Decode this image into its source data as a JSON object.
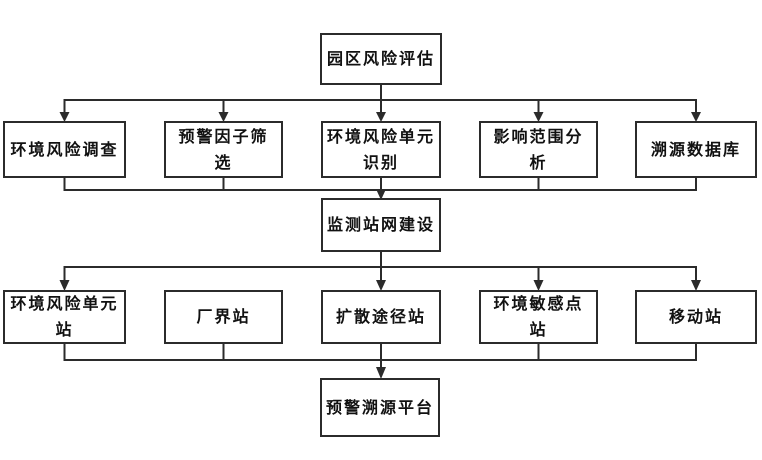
{
  "diagram": {
    "background_color": "#ffffff",
    "line_color": "#2b2b2b",
    "box_fill_color": "#ffffff",
    "box_border_color": "#2b2b2b",
    "text_color": "#111111",
    "nodes": {
      "top": {
        "label": "园区风险评估"
      },
      "assessment_row": [
        {
          "label": "环境风险调查"
        },
        {
          "label": "预警因子筛选"
        },
        {
          "label": "环境风险单元识别"
        },
        {
          "label": "影响范围分析"
        },
        {
          "label": "溯源数据库"
        }
      ],
      "middle": {
        "label": "监测站网建设"
      },
      "station_row": [
        {
          "label": "环境风险单元站"
        },
        {
          "label": "厂界站"
        },
        {
          "label": "扩散途径站"
        },
        {
          "label": "环境敏感点站"
        },
        {
          "label": "移动站"
        }
      ],
      "bottom": {
        "label": "预警溯源平台"
      }
    }
  }
}
